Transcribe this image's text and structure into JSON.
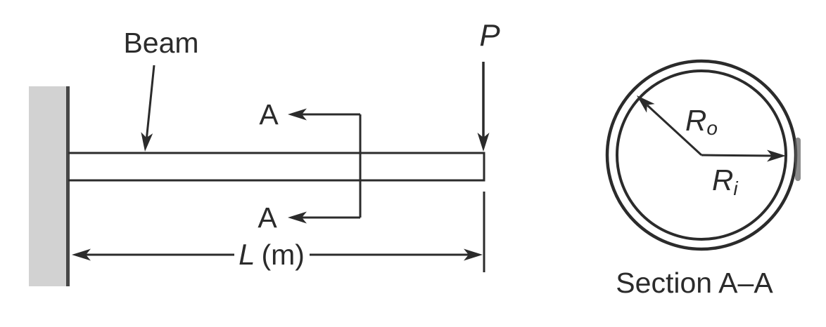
{
  "figure": {
    "colors": {
      "line": "#2b2b2b",
      "wall_fill": "#d2d2d2",
      "wall_edge": "#474747",
      "background": "#ffffff"
    }
  },
  "beam_view": {
    "beam_label": "Beam",
    "load_label": "P",
    "section_letter_top": "A",
    "section_letter_bottom": "A",
    "length_symbol": "L",
    "length_unit": "(m)"
  },
  "section_view": {
    "outer_radius_symbol": "R",
    "outer_radius_subscript": "o",
    "inner_radius_symbol": "R",
    "inner_radius_subscript": "i",
    "caption": "Section A–A"
  }
}
